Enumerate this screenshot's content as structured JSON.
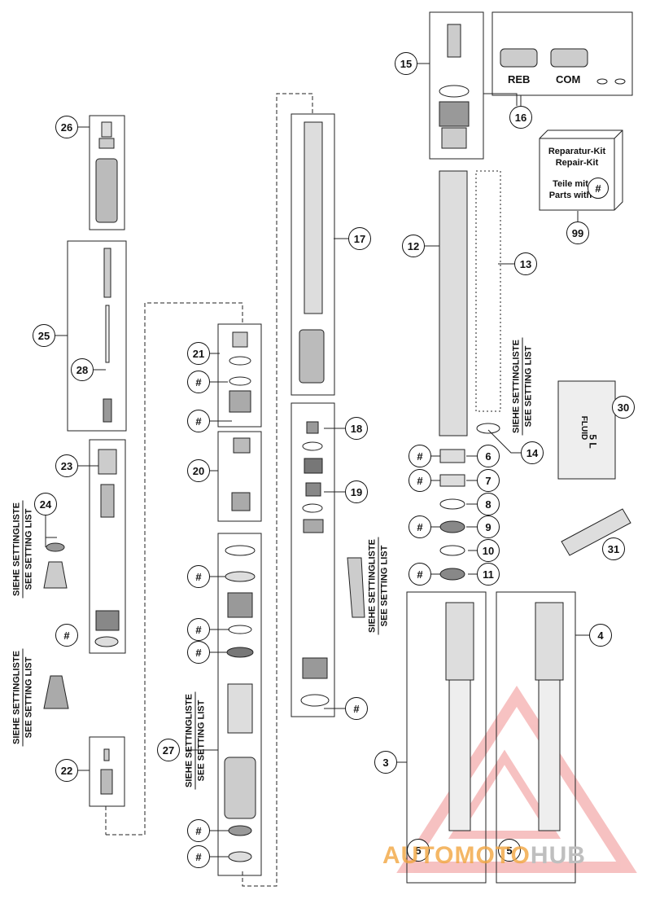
{
  "callouts": {
    "c3": "3",
    "c4": "4",
    "c5a": "5",
    "c5b": "5",
    "c6": "6",
    "c7": "7",
    "c8": "8",
    "c9": "9",
    "c10": "10",
    "c11": "11",
    "c12": "12",
    "c13": "13",
    "c14": "14",
    "c15": "15",
    "c16": "16",
    "c17": "17",
    "c18": "18",
    "c19": "19",
    "c20": "20",
    "c21": "21",
    "c22": "22",
    "c23": "23",
    "c24": "24",
    "c25": "25",
    "c26": "26",
    "c27": "27",
    "c28": "28",
    "c30": "30",
    "c31": "31",
    "c99": "99",
    "hash": "#"
  },
  "labels": {
    "siehe": "SIEHE SETTINGLISTE",
    "see": "SEE SETTING LIST",
    "reb": "REB",
    "com": "COM"
  },
  "kit": {
    "line1": "Reparatur-Kit",
    "line2": "Repair-Kit",
    "line3": "Teile mit",
    "line4": "Parts with"
  },
  "can": {
    "text1": "FLUID",
    "text2": "5 L"
  },
  "watermark": {
    "part1": "AUTOMOTO",
    "part2": "HUB",
    "color1": "#f2a640",
    "color2": "#bfbfbf"
  },
  "colors": {
    "line": "#111111",
    "logo": "#f08f8f"
  }
}
